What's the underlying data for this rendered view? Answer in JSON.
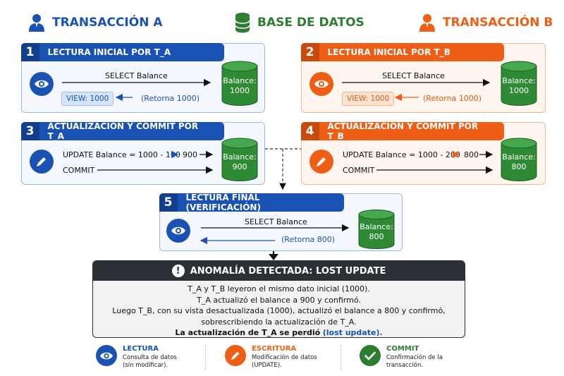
{
  "header": {
    "transaction_a": "TRANSACCIÓN A",
    "database": "BASE DE DATOS",
    "transaction_b": "TRANSACCIÓN B"
  },
  "colors": {
    "blue": "#1a52b4",
    "orange": "#ee5e14",
    "green": "#2e7d32",
    "dark": "#2b2f36"
  },
  "steps": {
    "s1": {
      "num": "1",
      "title": "LECTURA INICIAL POR T_A",
      "query": "SELECT Balance",
      "view": "VIEW: 1000",
      "returns": "(Retorna 1000)",
      "db": "Balance:\n1000"
    },
    "s2": {
      "num": "2",
      "title": "LECTURA INICIAL POR T_B",
      "query": "SELECT Balance",
      "view": "VIEW: 1000",
      "returns": "(Retorna 1000)",
      "db": "Balance:\n1000"
    },
    "s3": {
      "num": "3",
      "title": "ACTUALIZACIÓN Y COMMIT POR T_A",
      "update": "UPDATE Balance = 1000 - 100",
      "result": "900",
      "commit": "COMMIT",
      "db": "Balance:\n900"
    },
    "s4": {
      "num": "4",
      "title": "ACTUALIZACIÓN Y COMMIT POR T_B",
      "update": "UPDATE Balance = 1000 - 200",
      "result": "800",
      "commit": "COMMIT",
      "db": "Balance:\n800"
    },
    "s5": {
      "num": "5",
      "title": "LECTURA FINAL (VERIFICACIÓN)",
      "query": "SELECT Balance",
      "returns": "(Retorna 800)",
      "db": "Balance:\n800"
    }
  },
  "anomaly": {
    "icon": "!",
    "title": "ANOMALÍA DETECTADA: LOST UPDATE",
    "line1": "T_A y T_B leyeron el mismo dato inicial (1000).",
    "line2": "T_A actualizó el balance a 900 y confirmó.",
    "line3": "Luego T_B, con su vista desactualizada (1000), actualizó el balance a 800 y confirmó,",
    "line4": "sobrescribiendo la actualización de T_A.",
    "line5_bold": "La actualización de T_A se perdió",
    "line5_highlight": "(lost update)."
  },
  "legend": [
    {
      "title": "LECTURA",
      "desc": "Consulta de datos (sin modificar).",
      "icon": "eye-icon"
    },
    {
      "title": "ESCRITURA",
      "desc": "Modificación de datos (UPDATE).",
      "icon": "pencil-icon"
    },
    {
      "title": "COMMIT",
      "desc": "Confirmación de la transacción.",
      "icon": "check-icon"
    }
  ]
}
